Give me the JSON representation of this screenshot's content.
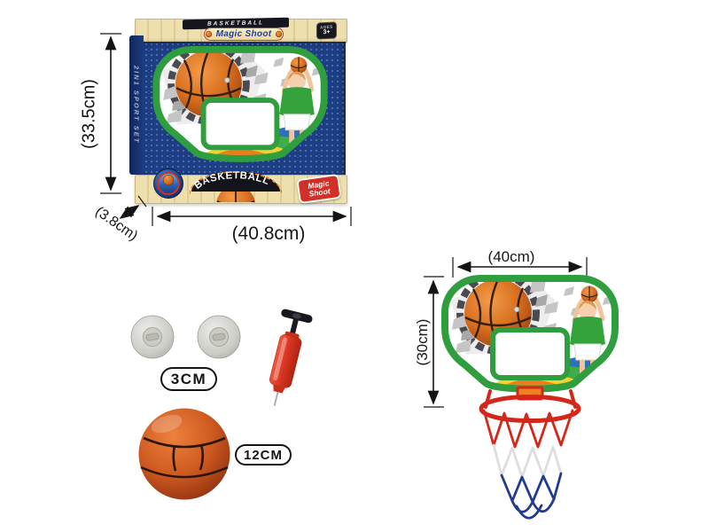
{
  "product_box": {
    "lid_strip_text": "BASKETBALL",
    "brand_banner": "Magic Shoot",
    "age_badge_line1": "AGES",
    "age_badge_line2": "3+",
    "side_panel_text": "2IN1 SPORT SET",
    "bottom_banner": "BASKETBALL",
    "corner_badge": "Magic Shoot",
    "dim_height": "(33.5cm)",
    "dim_depth": "(3.8cm)",
    "dim_width": "(40.8cm)"
  },
  "backboard": {
    "dim_width": "(40cm)",
    "dim_height": "(30cm)"
  },
  "accessories": {
    "suction_cup_size": "3CM",
    "ball_size": "12CM"
  },
  "colors": {
    "board_green": "#2f9e3f",
    "box_navy": "#1d3e82",
    "wood_cream": "#eedfae",
    "brand_red": "#d03028",
    "ball_orange": "#d8701f",
    "rim_red": "#d4271b",
    "net_blue": "#223a8f"
  }
}
